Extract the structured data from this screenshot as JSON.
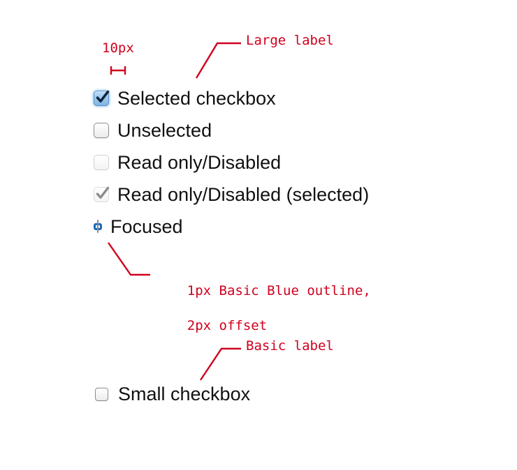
{
  "annotations": {
    "measure": "10px",
    "large_label": "Large label",
    "focus_note_line1": "1px Basic Blue outline,",
    "focus_note_line2": "2px offset",
    "basic_label": "Basic label"
  },
  "colors": {
    "annotation_red": "#d0001e",
    "focus_blue": "#1b6cb5",
    "selected_fill_top": "#bcdcf6",
    "selected_fill_bottom": "#7fb4e4",
    "checkmark_selected": "#10253f",
    "checkmark_disabled": "#8c8c8c",
    "label_text": "#111111",
    "background": "#ffffff"
  },
  "large_group": {
    "rows": [
      {
        "label": "Selected checkbox",
        "state": "selected",
        "checked": true,
        "disabled": false,
        "focused": false
      },
      {
        "label": "Unselected",
        "state": "unselected",
        "checked": false,
        "disabled": false,
        "focused": false
      },
      {
        "label": "Read only/Disabled",
        "state": "disabled",
        "checked": false,
        "disabled": true,
        "focused": false
      },
      {
        "label": "Read only/Disabled (selected)",
        "state": "disabled-selected",
        "checked": true,
        "disabled": true,
        "focused": false
      },
      {
        "label": "Focused",
        "state": "focused",
        "checked": false,
        "disabled": false,
        "focused": true
      }
    ]
  },
  "small_group": {
    "row": {
      "label": "Small checkbox",
      "state": "unselected",
      "checked": false,
      "disabled": false,
      "focused": false
    }
  }
}
